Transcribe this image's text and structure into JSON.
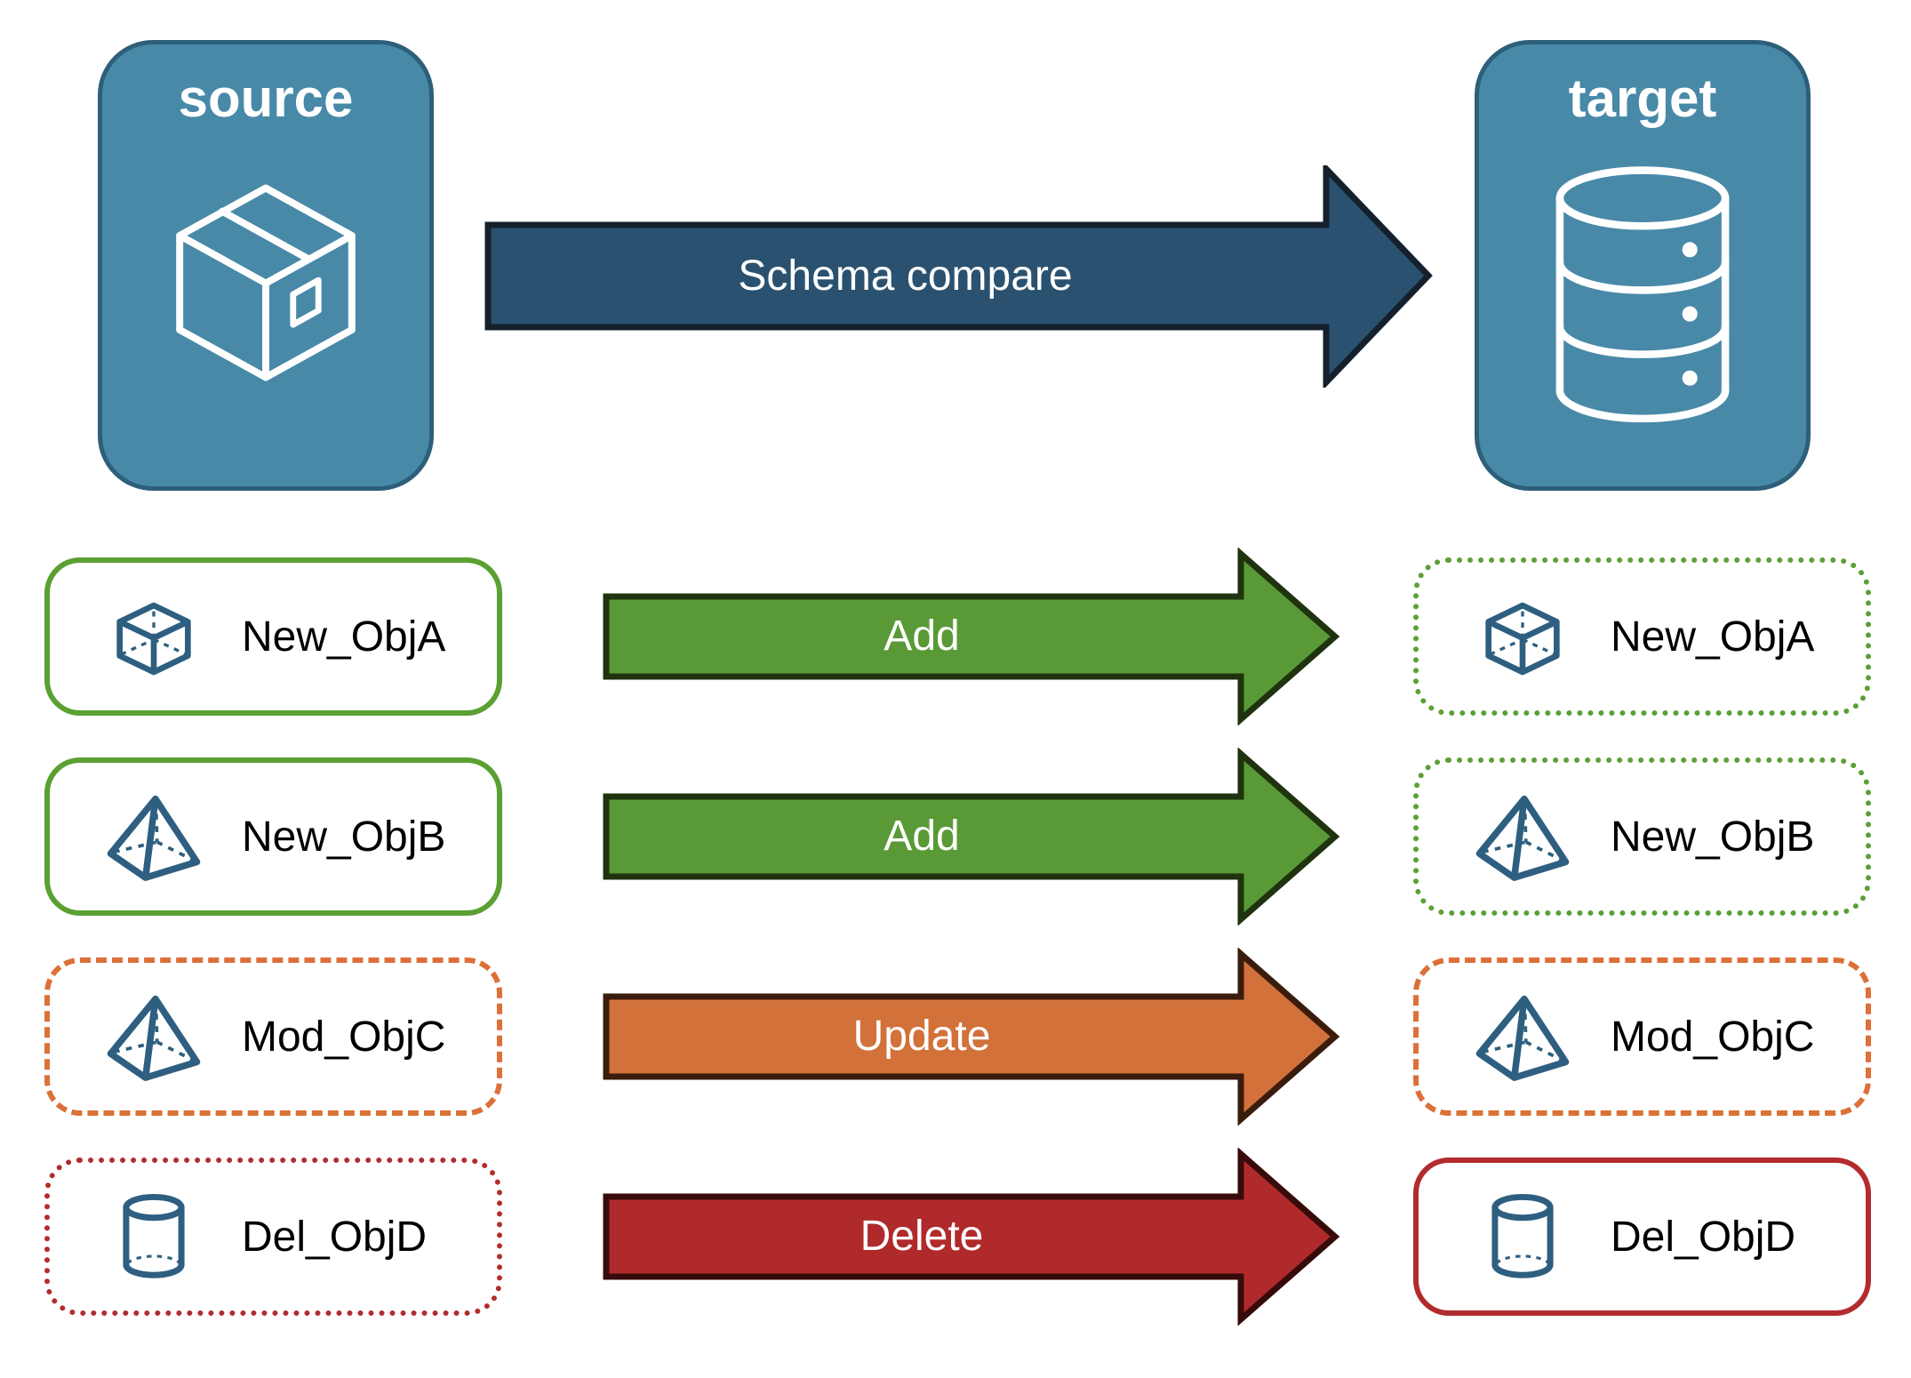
{
  "source_panel": {
    "label": "source",
    "icon": "package-icon"
  },
  "target_panel": {
    "label": "target",
    "icon": "database-icon"
  },
  "compare_arrow": {
    "label": "Schema compare"
  },
  "rows": [
    {
      "object": "New_ObjA",
      "icon": "cube-icon",
      "action": "Add",
      "change_type": "add",
      "source_outline": "solid-green",
      "target_outline": "dotted-green"
    },
    {
      "object": "New_ObjB",
      "icon": "pyramid-icon",
      "action": "Add",
      "change_type": "add",
      "source_outline": "solid-green",
      "target_outline": "dotted-green"
    },
    {
      "object": "Mod_ObjC",
      "icon": "pyramid-icon",
      "action": "Update",
      "change_type": "update",
      "source_outline": "dashed-orange",
      "target_outline": "dashed-orange"
    },
    {
      "object": "Del_ObjD",
      "icon": "cylinder-icon",
      "action": "Delete",
      "change_type": "delete",
      "source_outline": "dotted-red",
      "target_outline": "solid-red"
    }
  ],
  "colors": {
    "canvas-bg": "#ffffff",
    "panel-blue": "#4889A8",
    "panel-blue-border": "#2D5F7A",
    "icon-blue": "#2E5F80",
    "compare-navy": "#2A5270",
    "compare-navy-border": "#14202C",
    "add-green": "#599A36",
    "add-green-border": "#1F330E",
    "update-orange": "#D2713A",
    "update-orange-border": "#3A1C0C",
    "delete-red": "#B02A2B",
    "delete-red-border": "#380B0B",
    "green-outline": "#5AA032",
    "orange-outline": "#DC7038",
    "red-outline": "#B22C2E",
    "label-text": "#000000",
    "arrow-text": "#ffffff"
  }
}
